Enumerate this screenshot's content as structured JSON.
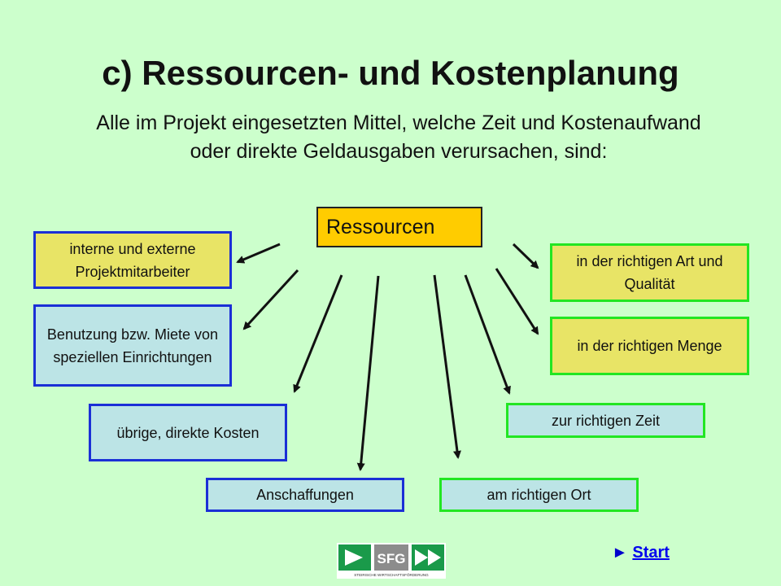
{
  "slide": {
    "title": "c) Ressourcen- und Kostenplanung",
    "subtitle": "Alle im Projekt eingesetzten Mittel, welche Zeit und Kostenaufwand oder direkte Geldausgaben verursachen, sind:"
  },
  "diagram": {
    "center": "Ressourcen",
    "left_nodes": [
      "interne und externe Projektmitarbeiter",
      "Benutzung bzw. Miete von speziellen Einrichtungen",
      "übrige, direkte Kosten",
      "Anschaffungen"
    ],
    "right_nodes": [
      "in der richtigen Art und Qualität",
      "in der richtigen Menge",
      "zur richtigen Zeit",
      "am richtigen Ort"
    ]
  },
  "footer": {
    "start_marker": "►",
    "start_label": "Start",
    "logo_text": "SFG",
    "logo_caption": "STEIRISCHE WIRTSCHAFTSFÖRDERUNG"
  },
  "colors": {
    "background": "#ccffcc",
    "center_fill": "#ffcc00",
    "left_border": "#1b2fd6",
    "right_border": "#22e622",
    "yellow_fill": "#e8e466",
    "lightblue_fill": "#bce4e6",
    "logo_green": "#1a9a4a"
  }
}
